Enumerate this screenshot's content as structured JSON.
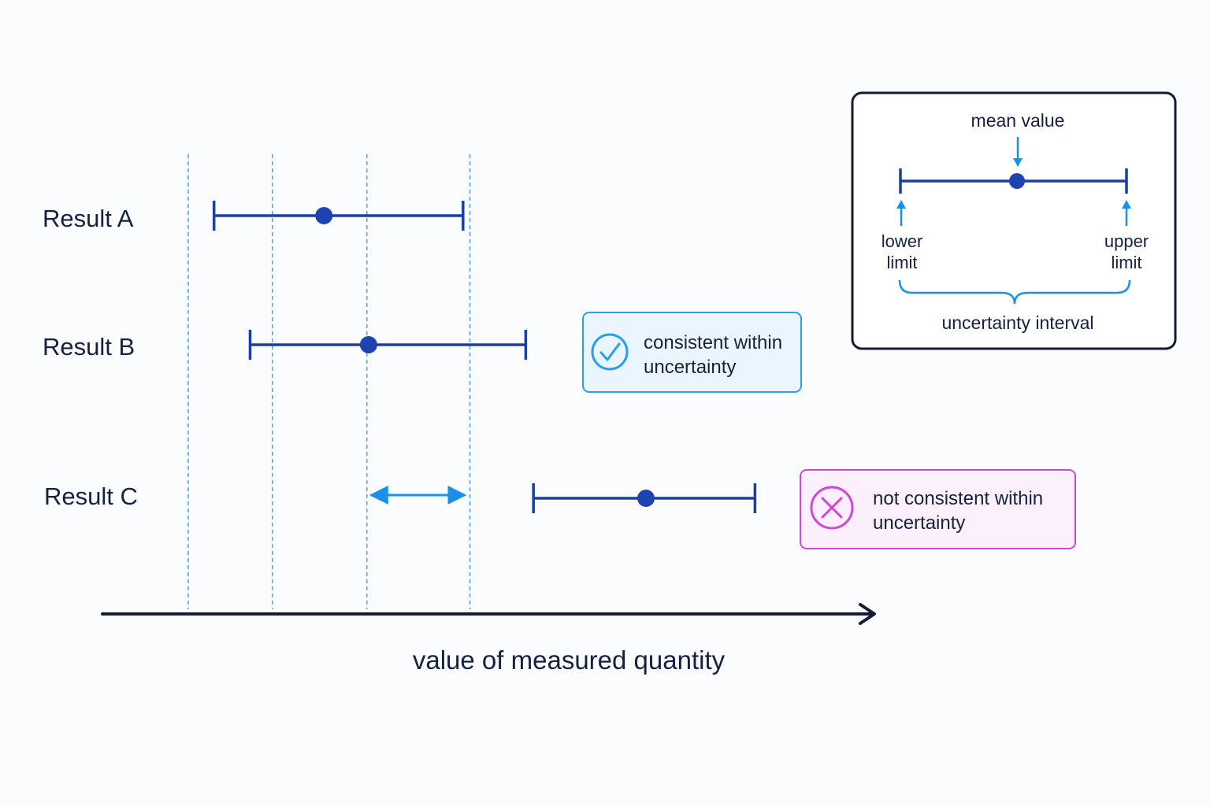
{
  "colors": {
    "bar": "#1a3fa0",
    "dot": "#1d43b3",
    "guide": "#55a6ee",
    "arrow": "#1a90e8",
    "axis": "#141c33",
    "consistent_border": "#2a9ee8",
    "consistent_fill": "#eaf5fe",
    "inconsistent_border": "#d146d8",
    "inconsistent_fill": "#fcf0fd",
    "legend_border": "#141c33"
  },
  "axis": {
    "label": "value of measured quantity"
  },
  "results": [
    {
      "label": "Result A",
      "lower": 1.3,
      "mean": 2.58,
      "upper": 4.2
    },
    {
      "label": "Result B",
      "lower": 1.72,
      "mean": 3.1,
      "upper": 4.93
    },
    {
      "label": "Result C",
      "lower": 5.02,
      "mean": 6.33,
      "upper": 7.6
    }
  ],
  "guides": [
    1.0,
    1.98,
    3.08,
    4.28
  ],
  "gap_arrow": {
    "from": 3.13,
    "to": 4.22
  },
  "notes": {
    "consistent": {
      "line1": "consistent within",
      "line2": "uncertainty",
      "icon": "check-circle-icon"
    },
    "inconsistent": {
      "line1": "not consistent within",
      "line2": "uncertainty",
      "icon": "x-circle-icon"
    }
  },
  "legend": {
    "mean_label": "mean value",
    "lower_line1": "lower",
    "lower_line2": "limit",
    "upper_line1": "upper",
    "upper_line2": "limit",
    "interval_label": "uncertainty interval"
  }
}
